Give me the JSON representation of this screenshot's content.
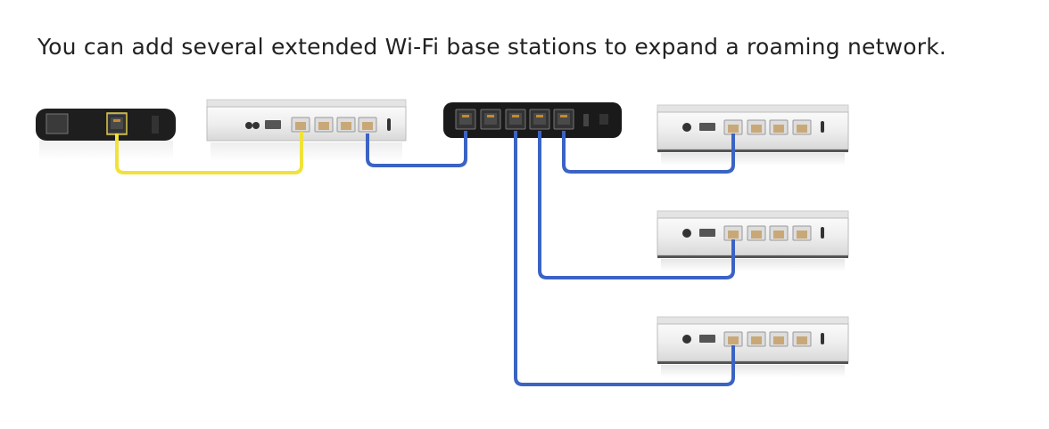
{
  "caption": "You can add several extended Wi-Fi base stations to expand a roaming network.",
  "colors": {
    "internet_cable": "#f0e23a",
    "ethernet_cable": "#3b63c4",
    "modem": "#1e1e1e",
    "switch": "#1a1a1a",
    "base_station": "#eeeeee"
  },
  "devices": [
    "modem",
    "main-base-station",
    "ethernet-switch",
    "extended-base-station-1",
    "extended-base-station-2",
    "extended-base-station-3"
  ]
}
